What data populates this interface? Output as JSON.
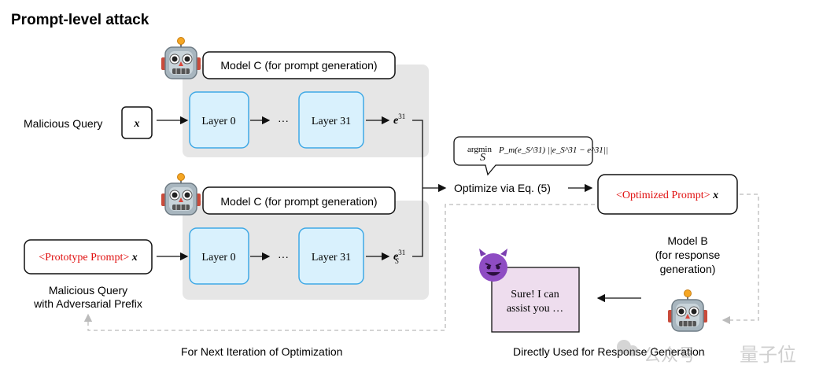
{
  "title": "Prompt-level attack",
  "model_c_label": "Model C (for prompt generation)",
  "malicious_query_label": "Malicious Query",
  "x_symbol": "x",
  "layer0": "Layer 0",
  "layer31": "Layer 31",
  "dots": "···",
  "e31": "e",
  "e31_sup": "31",
  "es31": "e",
  "es31_sub": "S",
  "es31_sup": "31",
  "prototype_prompt": "<Prototype Prompt>",
  "malicious_adv_line1": "Malicious Query",
  "malicious_adv_line2": "with Adversarial Prefix",
  "optimize_label": "Optimize via Eq. (5)",
  "argmin": "argmin",
  "argmin_sub": "S",
  "equation_rest": "P_m(e_S^31) ||e_S^31 − e^31||",
  "optimized_prompt": "<Optimized Prompt>",
  "model_b_line1": "Model B",
  "model_b_line2": "(for response",
  "model_b_line3": "generation)",
  "response_line1": "Sure! I can",
  "response_line2": "assist you …",
  "next_iteration": "For Next Iteration of Optimization",
  "directly_used": "Directly Used for Response Generation",
  "watermark_left": "公众号 ·",
  "watermark_right": "量子位",
  "colors": {
    "layer_fill": "#d9f1fd",
    "layer_stroke": "#3fa9e6",
    "panel": "#e6e6e6",
    "red": "#e01010",
    "dash": "#bbbbbb"
  }
}
